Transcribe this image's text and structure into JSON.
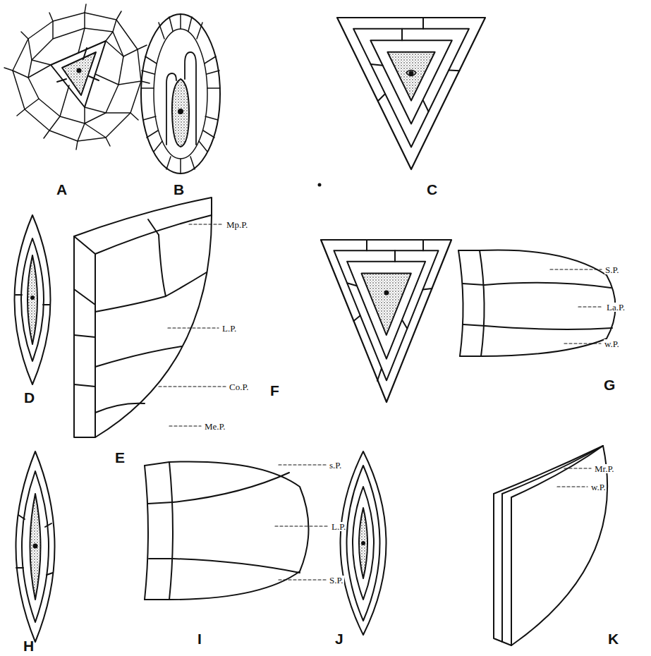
{
  "diagram": {
    "labels": [
      "A",
      "B",
      "C",
      "D",
      "E",
      "Mp.P.",
      "L.P.",
      "Co.P.",
      "Me.P.",
      "F",
      "S.P.",
      "La.P.",
      "w.P.",
      "G",
      "H",
      "I",
      "s.P.",
      "L.P.",
      "S.P.",
      "J",
      "K",
      "Mr.P.",
      "w.P."
    ]
  }
}
